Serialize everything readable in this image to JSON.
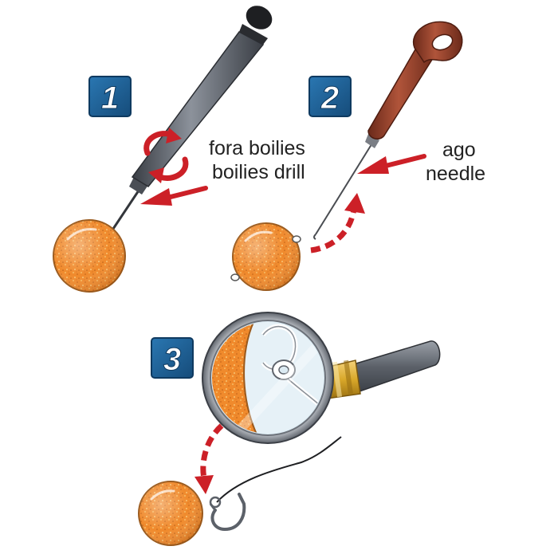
{
  "steps": [
    {
      "number": "1",
      "label_it": "fora boilies",
      "label_en": "boilies drill"
    },
    {
      "number": "2",
      "label_it": "ago",
      "label_en": "needle"
    },
    {
      "number": "3"
    }
  ],
  "colors": {
    "badge_blue": "#1d5e93",
    "arrow_red": "#cc2027",
    "boilie_orange": "#f08a2c",
    "needle_handle": "#8f3c28",
    "drill_handle": "#555a63",
    "magnifier_gold": "#d9a82a"
  },
  "icons": [
    "drill-tool-icon",
    "needle-tool-icon",
    "magnifier-icon",
    "hook-icon",
    "rotation-arrows-icon"
  ]
}
